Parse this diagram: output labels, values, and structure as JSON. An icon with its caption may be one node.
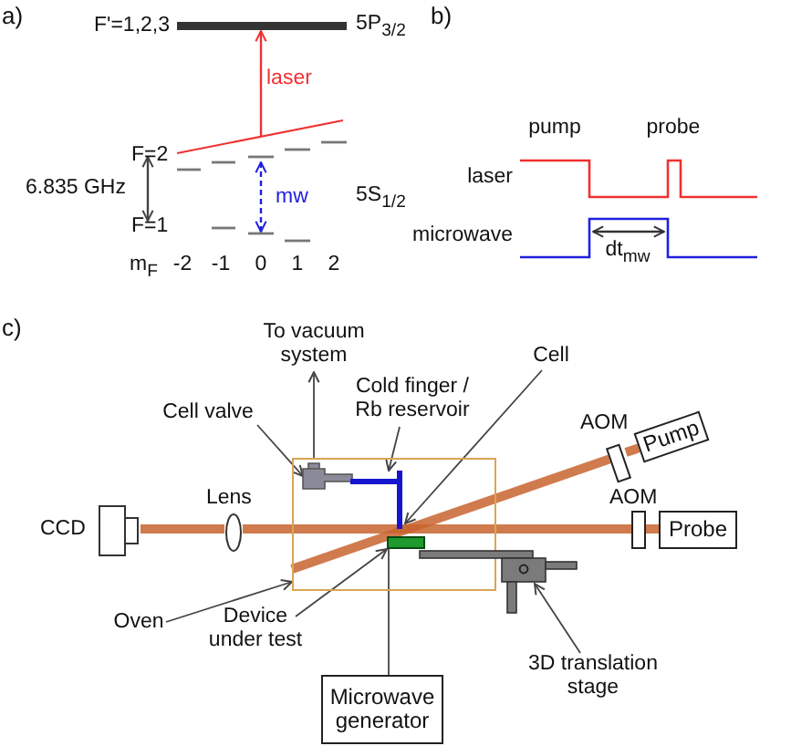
{
  "diagram": {
    "nodes": [
      {
        "text": [
          "To vacuum system"
        ]
      },
      {
        "text": [
          "Cell"
        ]
      },
      {
        "text": [
          "Cold finger / Rb reservoir"
        ]
      },
      {
        "text": [
          "Cell valve"
        ]
      },
      {
        "text": [],
        "shape": "box",
        "beside": [
          "AOM"
        ]
      },
      {
        "text": [
          "Pump"
        ]
      },
      {
        "text": [],
        "shape": "box"
      },
      {
        "text": [],
        "shape": "valve",
        "in": 6
      },
      {
        "text": [],
        "shape": "bar",
        "in": 6
      },
      {
        "text": [],
        "shape": "bar",
        "in": 6
      },
      {
        "text": [],
        "shape": "camera",
        "beside": [
          "CCD"
        ]
      },
      {
        "text": [],
        "shape": "lens",
        "beside": [
          "Lens"
        ]
      },
      {
        "text": [],
        "shape": "box",
        "beside": [
          "AOM"
        ]
      },
      {
        "text": [
          "Probe"
        ]
      },
      {
        "text": [
          "Oven"
        ]
      },
      {
        "text": [
          "Device under test"
        ]
      },
      {
        "text": [],
        "shape": "stage"
      },
      {
        "text": [
          "3D translation stage"
        ]
      },
      {
        "text": [
          "Microwave generator"
        ]
      }
    ],
    "edges": [
      {
        "from": 6,
        "to": 0,
        "arrow": "to"
      },
      {
        "from": 1,
        "to": 8,
        "arrow": "to"
      },
      {
        "from": 2,
        "to": 8,
        "arrow": "to"
      },
      {
        "from": 3,
        "to": 7,
        "arrow": "to"
      },
      {
        "from": 14,
        "to": 6,
        "arrow": "to"
      },
      {
        "from": 15,
        "to": 9,
        "arrow": "to"
      },
      {
        "from": 17,
        "to": 16,
        "arrow": "to"
      },
      {
        "from": 18,
        "to": 9,
        "arrow": "none"
      },
      {
        "from": 13,
        "to": 12,
        "arrow": "none",
        "style": "thick",
        "color": "#c8642e"
      },
      {
        "from": 12,
        "to": 11,
        "arrow": "none",
        "style": "thick",
        "color": "#c8642e"
      },
      {
        "from": 11,
        "to": 10,
        "arrow": "none",
        "style": "thick",
        "color": "#c8642e"
      },
      {
        "from": 5,
        "to": 4,
        "arrow": "none",
        "style": "thick",
        "color": "#c8642e"
      },
      {
        "from": 4,
        "to": 6,
        "arrow": "none",
        "style": "thick",
        "color": "#c8642e"
      }
    ],
    "labels": [
      "a)",
      "F'=1,2,3",
      "5P$_{3/2}$",
      "laser",
      "F=2",
      "6.835 GHz",
      "mw",
      "5S$_{1/2}$",
      "F=1",
      "m$_{F}$",
      "-2",
      "-1",
      "0",
      "1",
      "2",
      "b)",
      "pump",
      "probe",
      "laser",
      "microwave",
      "dt$_{mw}$",
      "c)"
    ]
  }
}
